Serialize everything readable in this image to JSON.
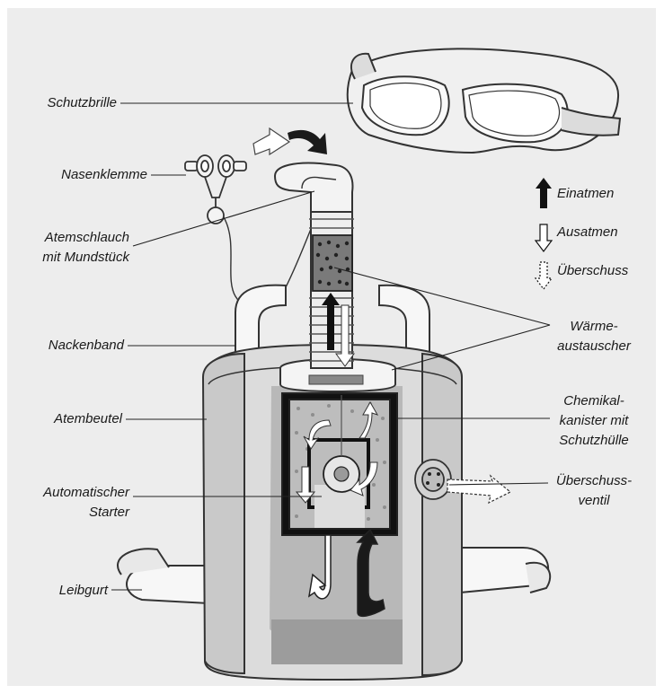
{
  "labels": {
    "schutzbrille": "Schutzbrille",
    "nasenklemme": "Nasenklemme",
    "atemschlauch_line1": "Atemschlauch",
    "atemschlauch_line2": "mit Mundstück",
    "nackenband": "Nackenband",
    "atembeutel": "Atembeutel",
    "starter_line1": "Automatischer",
    "starter_line2": "Starter",
    "leibgurt": "Leibgurt",
    "waerme_line1": "Wärme-",
    "waerme_line2": "austauscher",
    "chemikal_line1": "Chemikal-",
    "chemikal_line2": "kanister mit",
    "chemikal_line3": "Schutzhülle",
    "ventil_line1": "Überschuss-",
    "ventil_line2": "ventil"
  },
  "legend": {
    "inhale": "Einatmen",
    "exhale": "Ausatmen",
    "excess": "Überschuss"
  }
}
